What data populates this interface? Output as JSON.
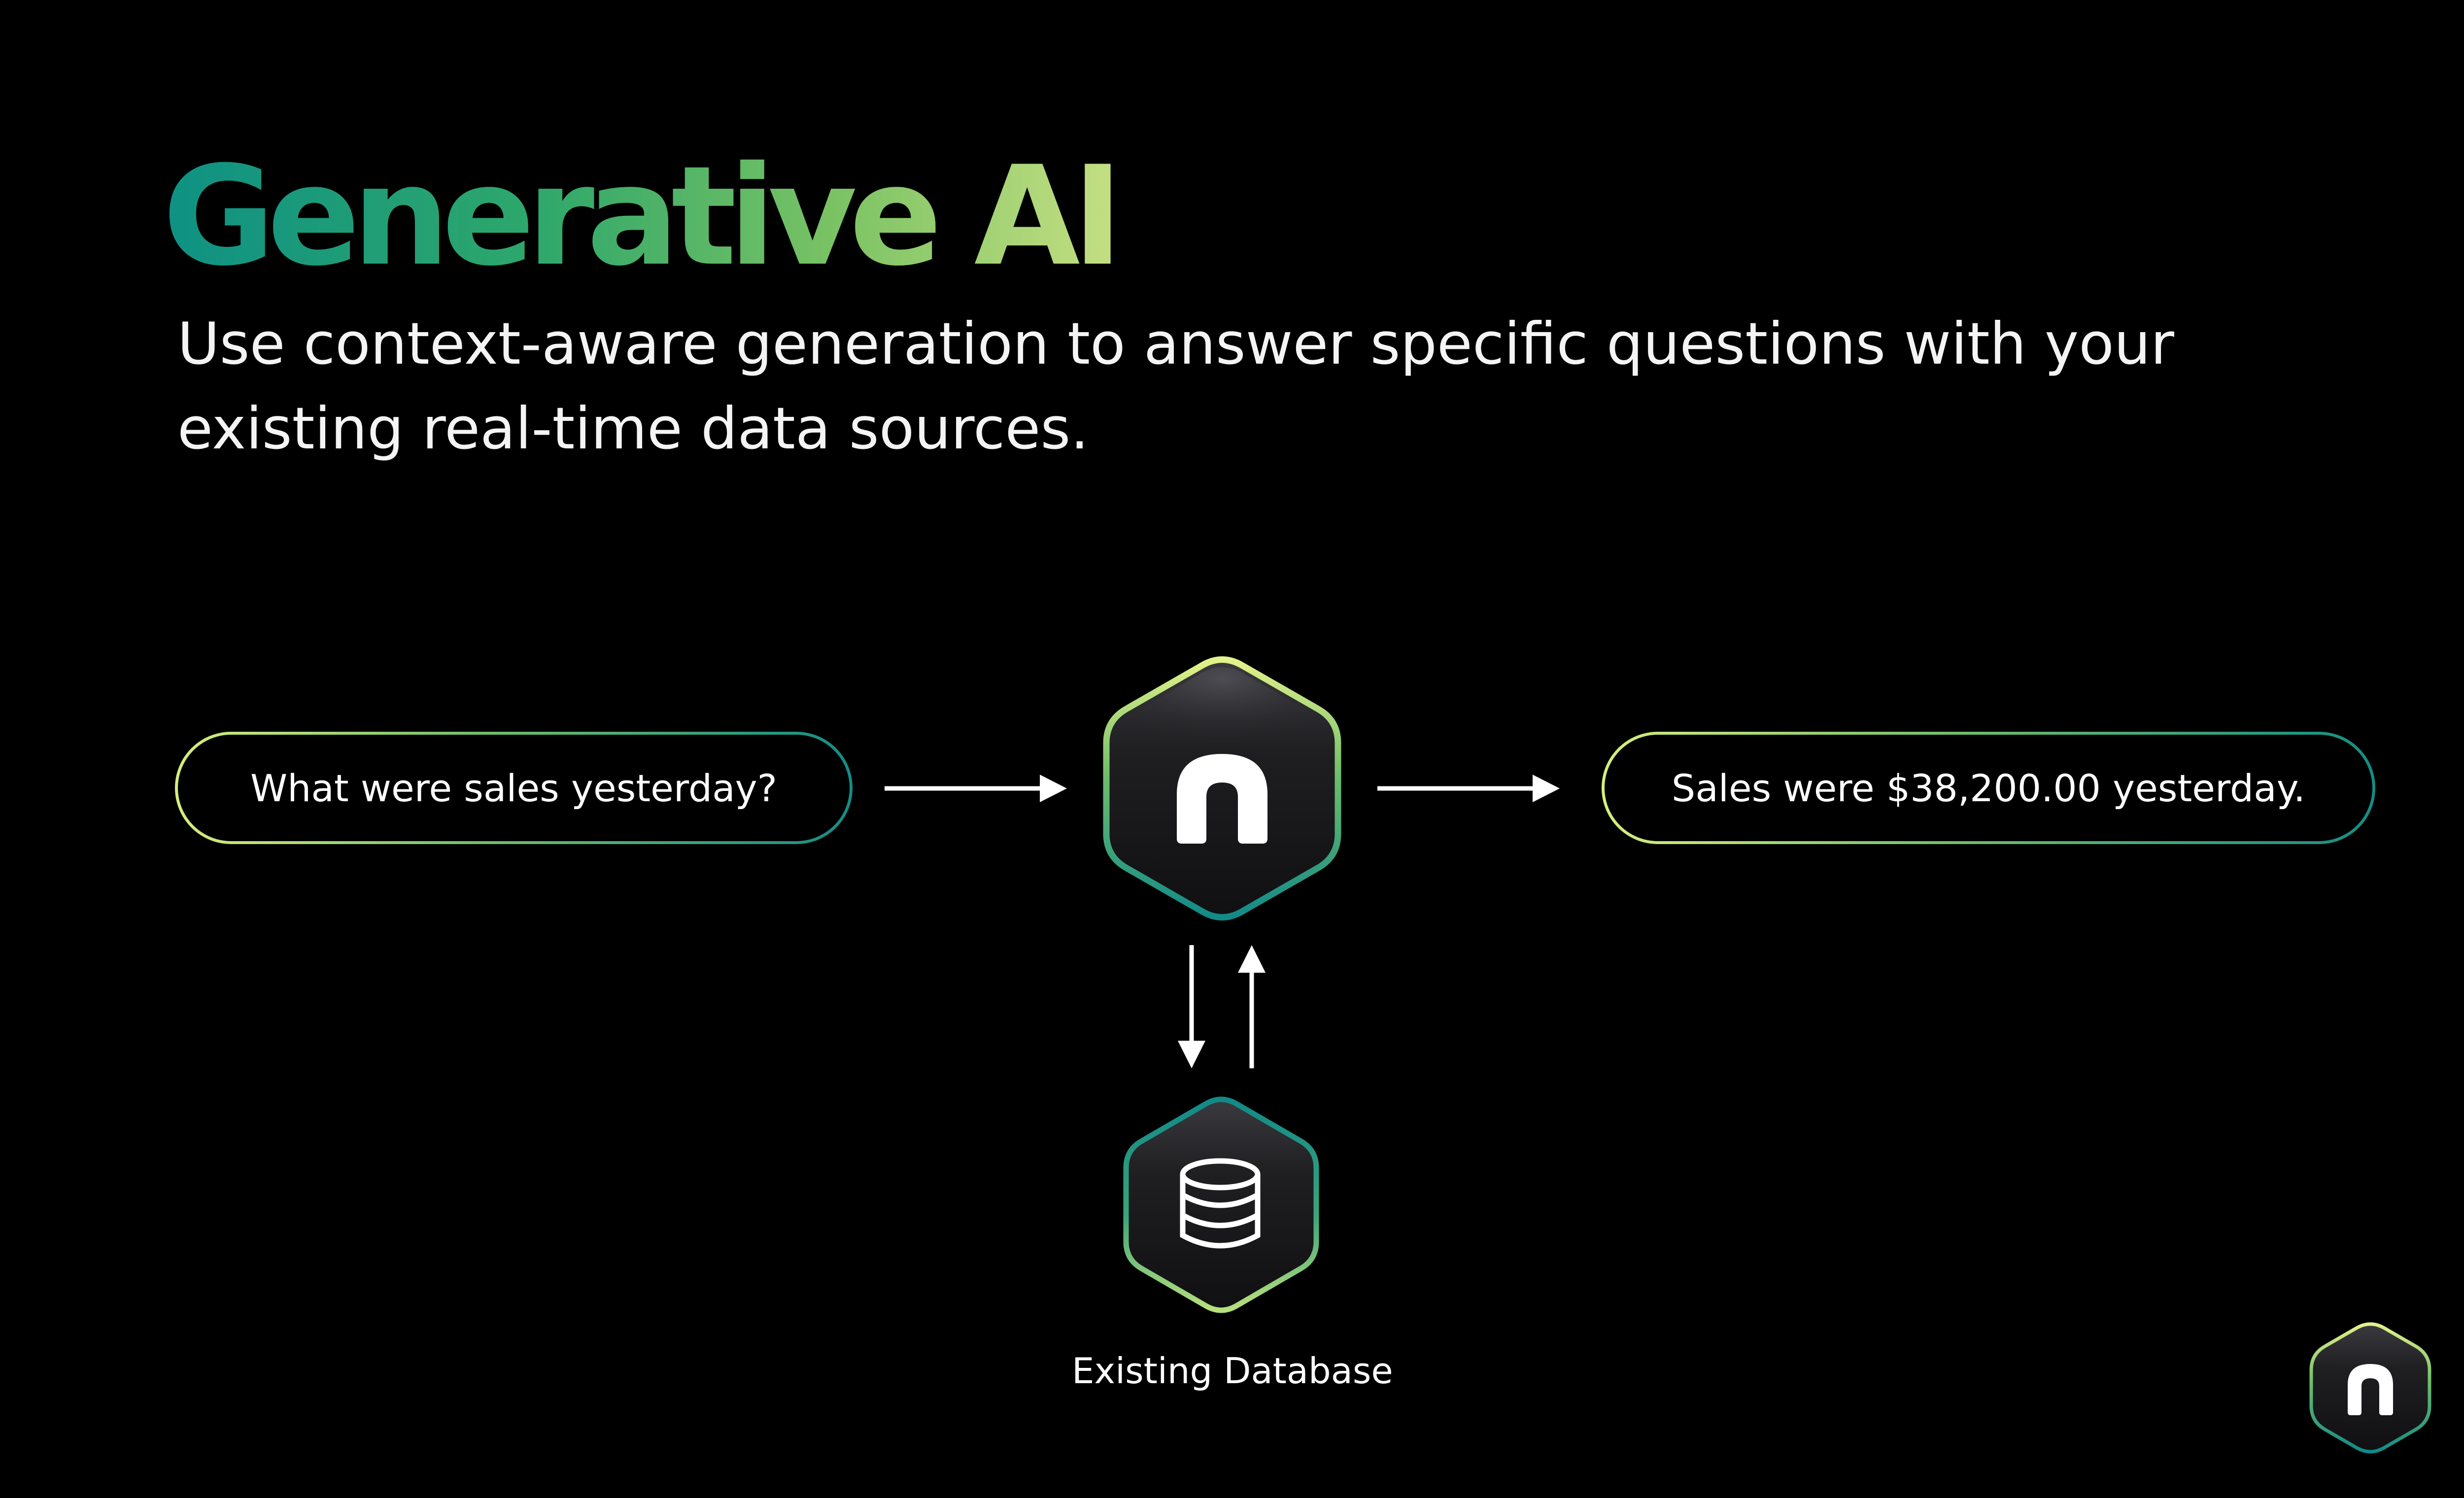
{
  "slide": {
    "title": "Generative AI",
    "subtitle": "Use context-aware generation to answer specific questions with your existing real-time data sources."
  },
  "diagram": {
    "question": "What were sales yesterday?",
    "answer": "Sales were $38,200.00 yesterday.",
    "database_label": "Existing Database",
    "hub_icon": "n-logo-icon",
    "database_icon": "database-icon"
  },
  "colors": {
    "background": "#000000",
    "gradient_teal": "#138d86",
    "gradient_green": "#72bf6a",
    "gradient_lime": "#d7ee7e"
  }
}
